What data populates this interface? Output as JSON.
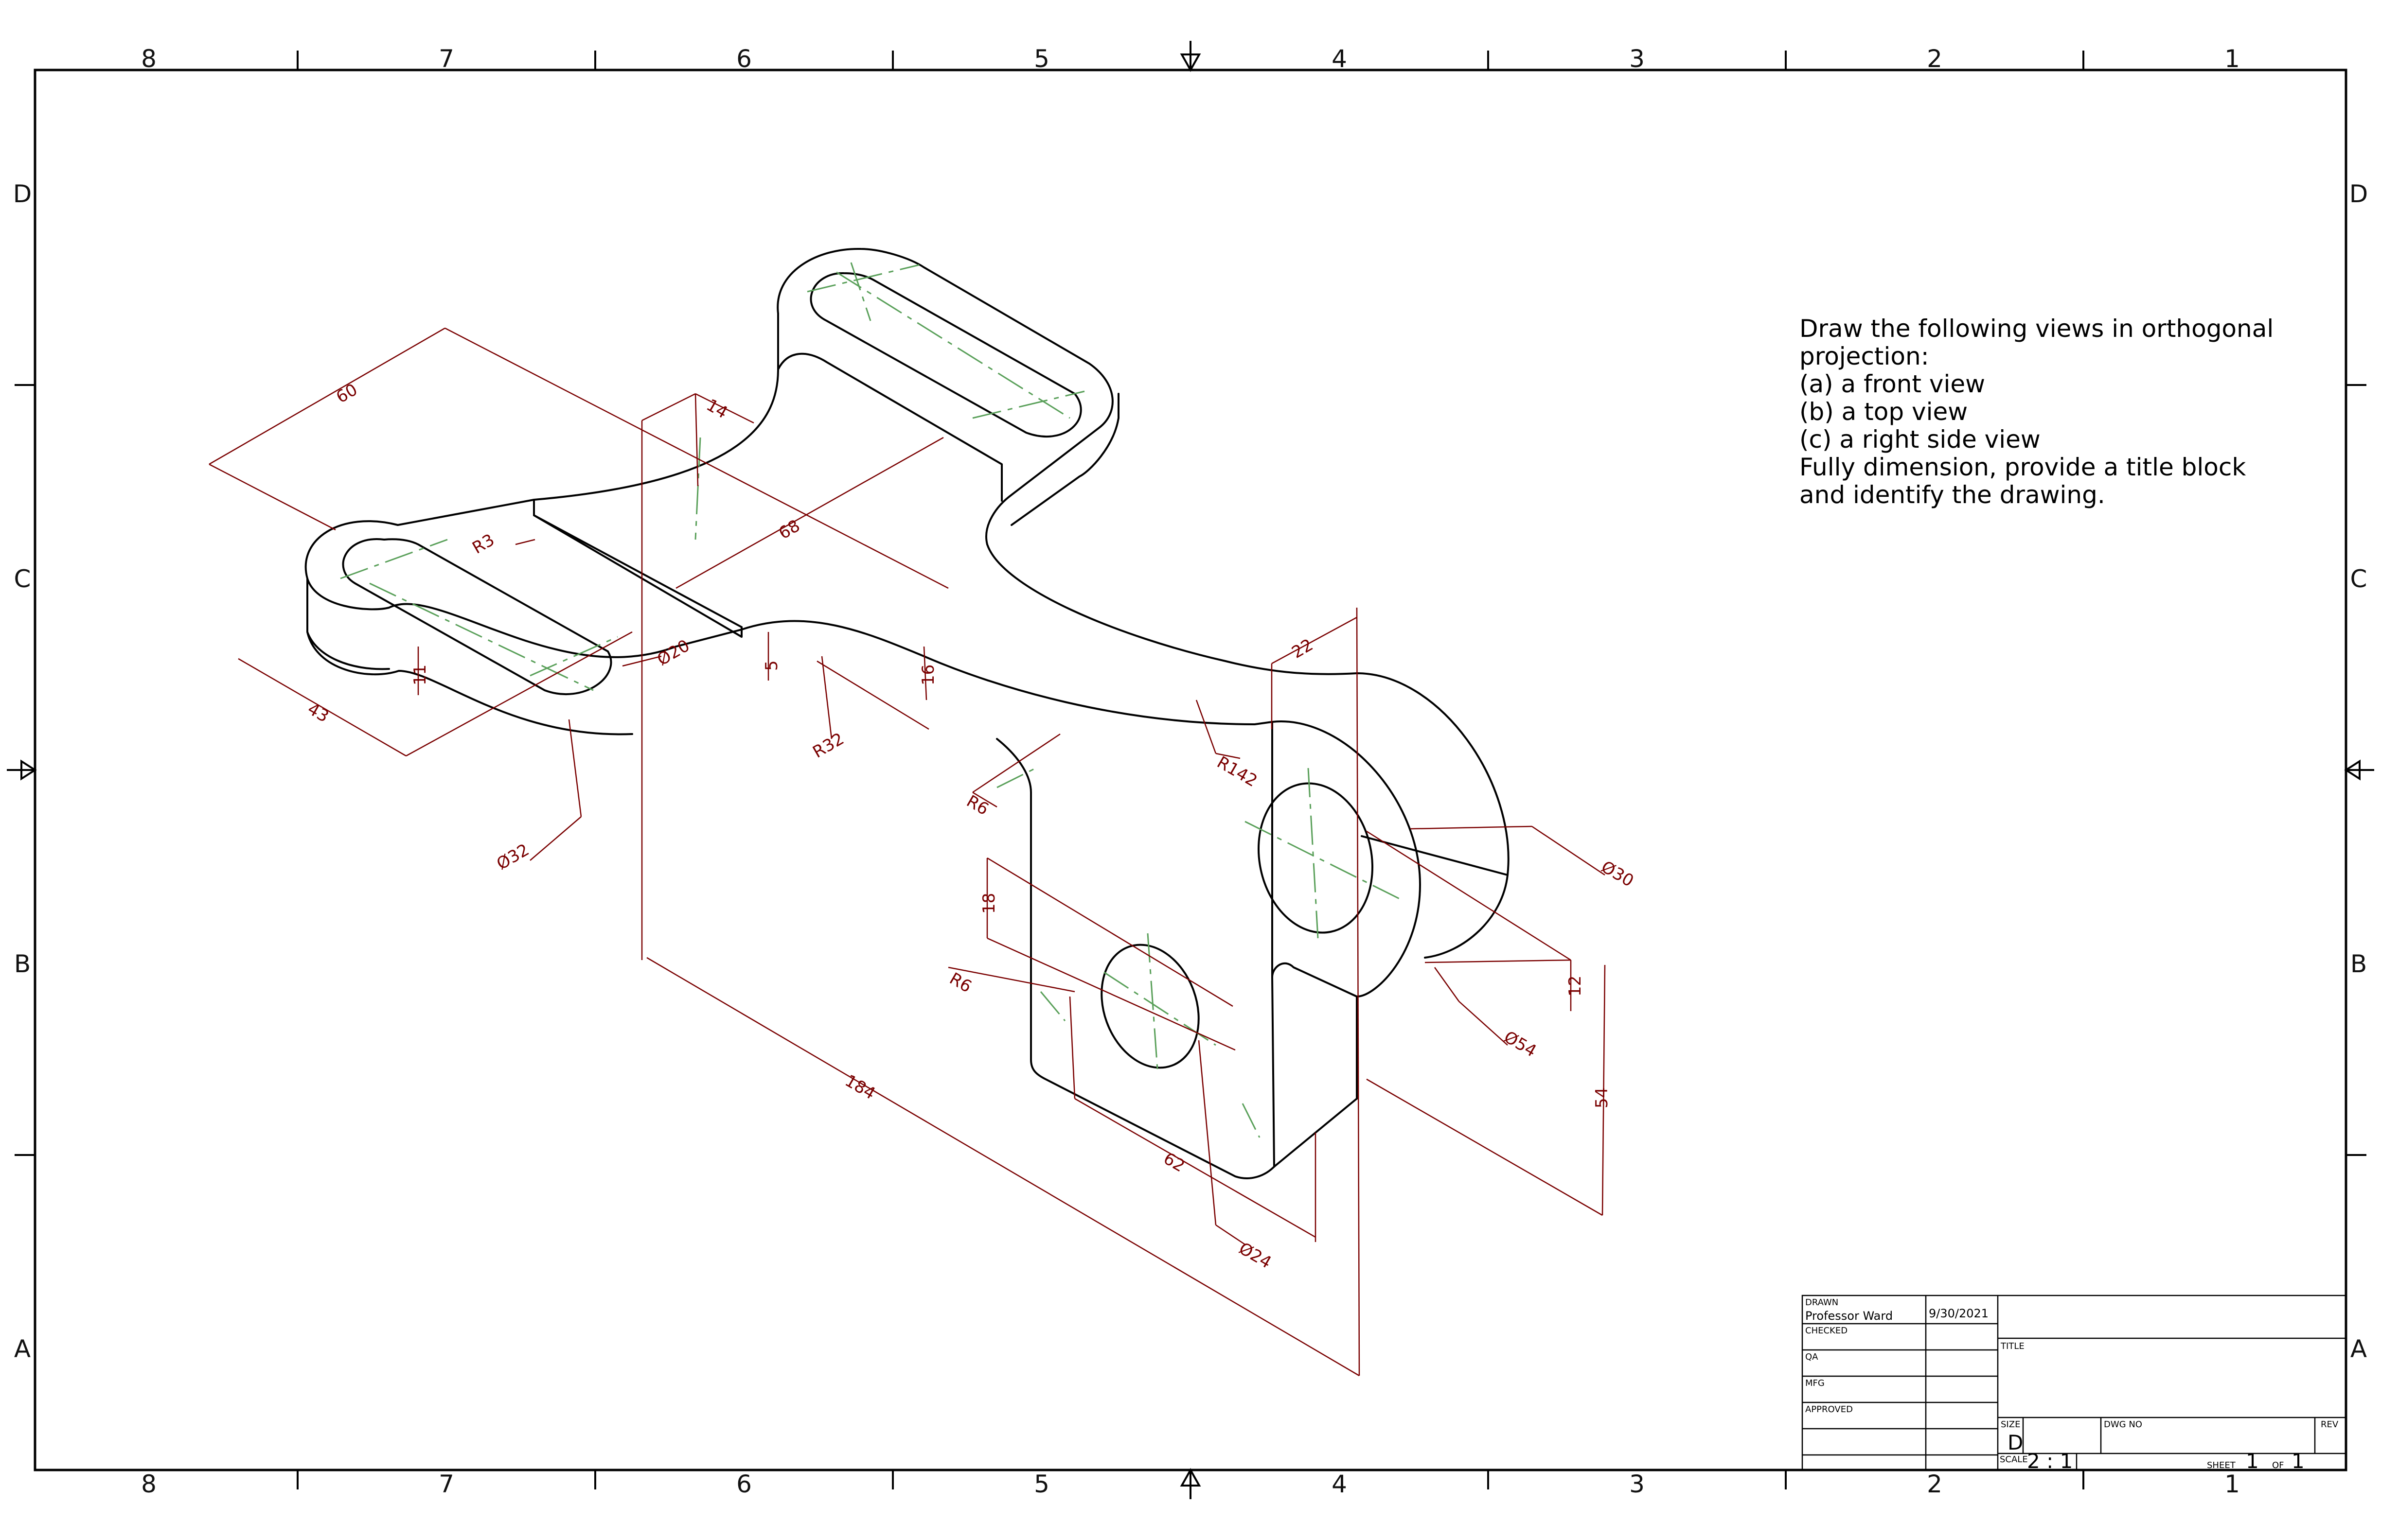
{
  "border": {
    "columns": [
      "8",
      "7",
      "6",
      "5",
      "4",
      "3",
      "2",
      "1"
    ],
    "rows": [
      "D",
      "C",
      "B",
      "A"
    ]
  },
  "instructions": [
    "Draw the following views in orthogonal",
    "projection:",
    "(a) a front view",
    "(b) a top view",
    "(c) a right side view",
    "Fully dimension, provide a title block",
    "and identify the drawing."
  ],
  "dimensions": {
    "d60": "60",
    "d14": "14",
    "d68": "68",
    "d43": "43",
    "d11": "11",
    "dR3": "R3",
    "dPhi20": "Ø20",
    "d5": "5",
    "d16": "16",
    "dR32": "R32",
    "dPhi32": "Ø32",
    "dR6a": "R6",
    "dR142": "R142",
    "d22": "22",
    "dPhi30": "Ø30",
    "d18": "18",
    "dR6b": "R6",
    "d12": "12",
    "dPhi54": "Ø54",
    "d54": "54",
    "d184": "184",
    "d62": "62",
    "dPhi24": "Ø24"
  },
  "title_block": {
    "drawn_label": "DRAWN",
    "drawn_by": "Professor Ward",
    "drawn_date": "9/30/2021",
    "checked_label": "CHECKED",
    "qa_label": "QA",
    "mfg_label": "MFG",
    "approved_label": "APPROVED",
    "title_label": "TITLE",
    "size_label": "SIZE",
    "size_value": "D",
    "dwg_no_label": "DWG NO",
    "rev_label": "REV",
    "scale_label": "SCALE",
    "scale_value": "2 : 1",
    "sheet_label": "SHEET",
    "sheet_value": "1",
    "of_label": "OF",
    "of_value": "1"
  },
  "colors": {
    "outline": "#000000",
    "dimension": "#7a0000",
    "centerline": "#5aa05a"
  }
}
